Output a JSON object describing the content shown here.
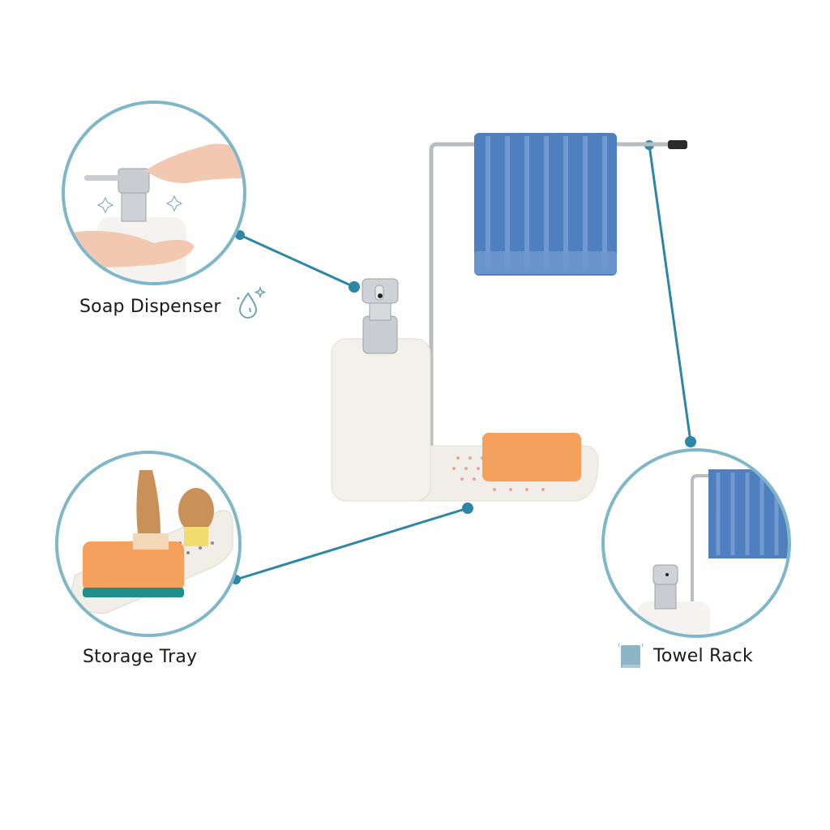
{
  "colors": {
    "accent": "#2d86a5",
    "circle_border": "#7fb7c8",
    "towel": "#4f7fbf",
    "towel_light": "#7fa4d6",
    "sponge": "#f5a05c",
    "sponge_green": "#1f8e8a",
    "product_white": "#f3f1ec",
    "steel": "#c9ccd0",
    "wood": "#c9905a",
    "skin": "#f2c9b0"
  },
  "callouts": [
    {
      "id": "soap",
      "label": "Soap Dispenser",
      "icon": "water-drop-sparkle-icon"
    },
    {
      "id": "tray",
      "label": "Storage Tray",
      "icon": null
    },
    {
      "id": "rack",
      "label": "Towel Rack",
      "icon": "towel-icon"
    }
  ],
  "main_product": {
    "components": [
      "soap-dispenser",
      "towel-rack",
      "hanging-towel",
      "sponge",
      "drain-tray"
    ]
  }
}
